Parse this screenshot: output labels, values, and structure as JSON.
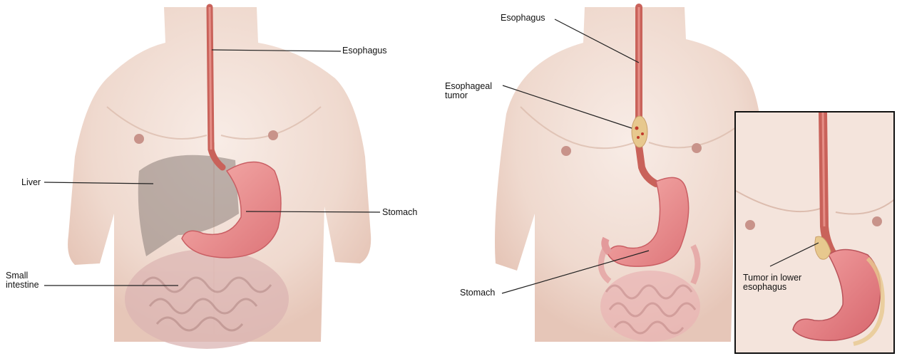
{
  "colors": {
    "skin_light": "#f4e3da",
    "skin_shadow": "#d9b8a8",
    "esophagus": "#c9625a",
    "stomach": "#ef9a98",
    "stomach_dark": "#d96f72",
    "liver": "#8a7d78",
    "intestine": "#d9a9a8",
    "tumor": "#e7c88e",
    "leader_line": "#222222"
  },
  "left_panel": {
    "labels": {
      "esophagus": "Esophagus",
      "liver": "Liver",
      "stomach": "Stomach",
      "small_intestine": "Small\nintestine"
    }
  },
  "right_panel": {
    "labels": {
      "esophagus": "Esophagus",
      "esophageal_tumor": "Esophageal\ntumor",
      "stomach": "Stomach"
    },
    "inset": {
      "tumor_label": "Tumor in lower\nesophagus"
    }
  }
}
